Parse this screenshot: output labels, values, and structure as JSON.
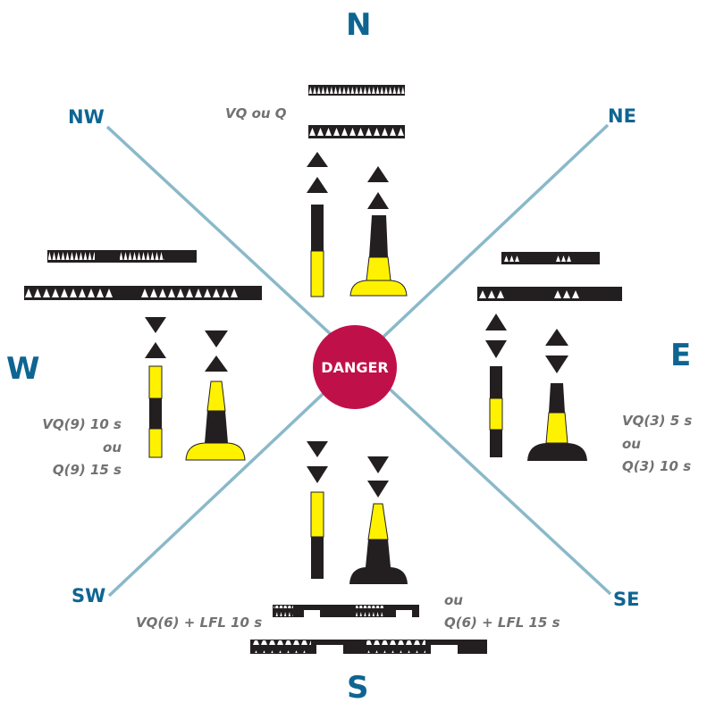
{
  "colors": {
    "axis_line": "#8ab9c9",
    "direction_text": "#0e6592",
    "danger_fill": "#c0104a",
    "buoy_yellow": "#fff200",
    "buoy_black": "#231f20",
    "rhythm_text": "#727272"
  },
  "center": {
    "label": "DANGER"
  },
  "directions": {
    "n": "N",
    "s": "S",
    "e": "E",
    "w": "W",
    "ne": "NE",
    "nw": "NW",
    "se": "SE",
    "sw": "SW"
  },
  "marks": {
    "north": {
      "rhythm": "VQ ou Q",
      "topmark": "two cones pointing up",
      "bands": "black over yellow"
    },
    "east": {
      "rhythm_line1": "VQ(3) 5 s",
      "rhythm_line2": "ou",
      "rhythm_line3": "Q(3) 10 s",
      "topmark": "two cones base to base",
      "bands": "black, yellow, black"
    },
    "south": {
      "rhythm_line1": "VQ(6) + LFL 10 s",
      "rhythm_line2": "ou",
      "rhythm_line3": "Q(6) + LFL 15 s",
      "topmark": "two cones pointing down",
      "bands": "yellow over black"
    },
    "west": {
      "rhythm_line1": "VQ(9) 10 s",
      "rhythm_line2": "ou",
      "rhythm_line3": "Q(9) 15 s",
      "topmark": "two cones point to point",
      "bands": "yellow, black, yellow"
    }
  },
  "flash_patterns": {
    "north": {
      "vq_flashes": 23,
      "q_flashes": 12
    },
    "east": {
      "vq_groups": 3,
      "q_groups": 3
    },
    "south": {
      "vq_group": 6,
      "q_group": 6,
      "long_flash": "LFL"
    },
    "west": {
      "vq_groups": 9,
      "q_groups": 9
    }
  }
}
